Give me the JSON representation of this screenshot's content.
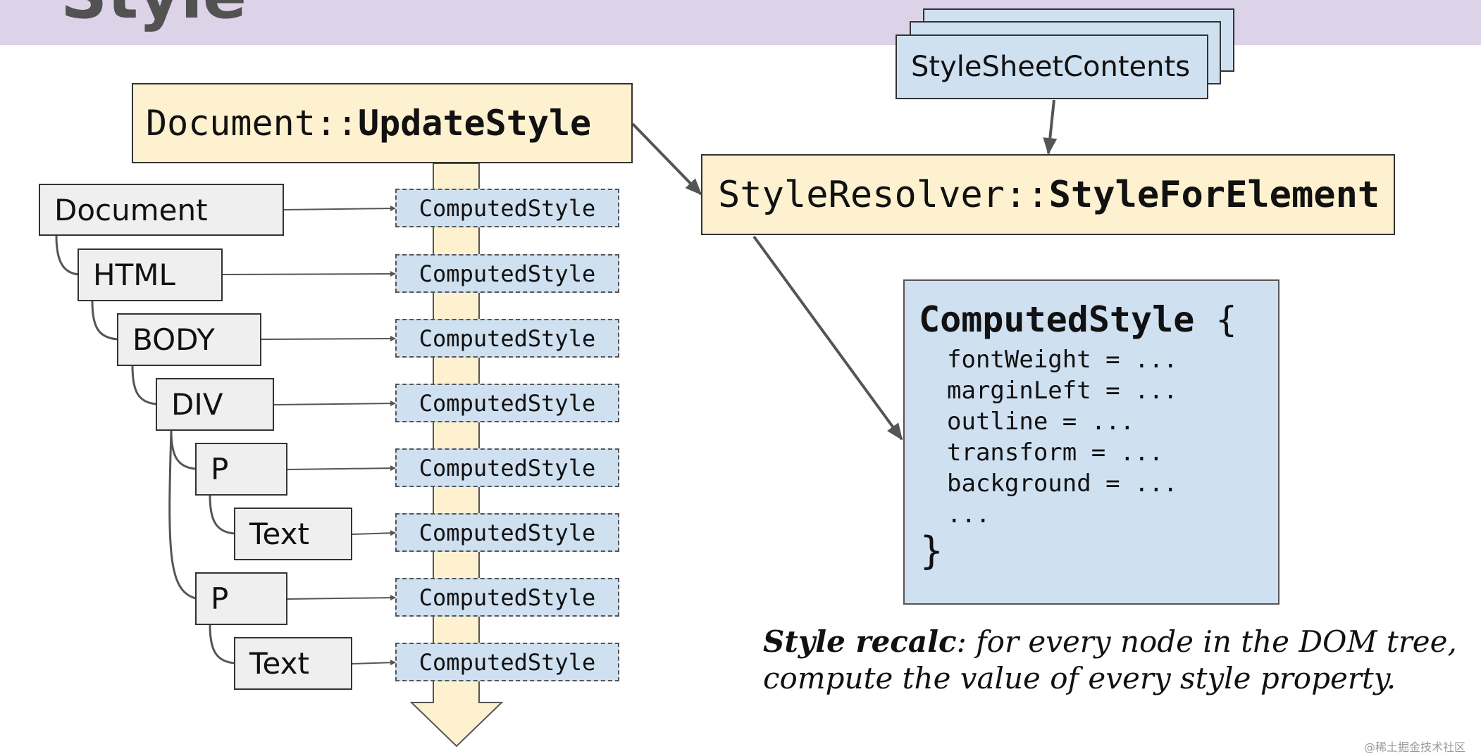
{
  "banner": {
    "title": "Style"
  },
  "update_style": {
    "prefix": "Document::",
    "method": "UpdateStyle"
  },
  "style_resolver": {
    "prefix": "StyleResolver::",
    "method": "StyleForElement"
  },
  "stylesheet_contents": {
    "label": "StyleSheetContents"
  },
  "dom_nodes": [
    {
      "label": "Document"
    },
    {
      "label": "HTML"
    },
    {
      "label": "BODY"
    },
    {
      "label": "DIV"
    },
    {
      "label": "P"
    },
    {
      "label": "Text"
    },
    {
      "label": "P"
    },
    {
      "label": "Text"
    }
  ],
  "computed_style_label": "ComputedStyle",
  "computed_style_box": {
    "name": "ComputedStyle",
    "open_brace": "{",
    "close_brace": "}",
    "fields": [
      "fontWeight = ...",
      "marginLeft = ...",
      "outline = ...",
      "transform = ...",
      "background = ...",
      "..."
    ]
  },
  "caption": {
    "bold": "Style recalc",
    "line1_rest": ": for every node in the DOM tree,",
    "line2": "compute the value of every style property."
  },
  "watermark": "@稀土掘金技术社区",
  "colors": {
    "banner": "#dcd3e8",
    "yellow_box": "#fdf1cf",
    "blue_box": "#cfe0f0",
    "node_box": "#efefef",
    "arrow": "#555555"
  }
}
